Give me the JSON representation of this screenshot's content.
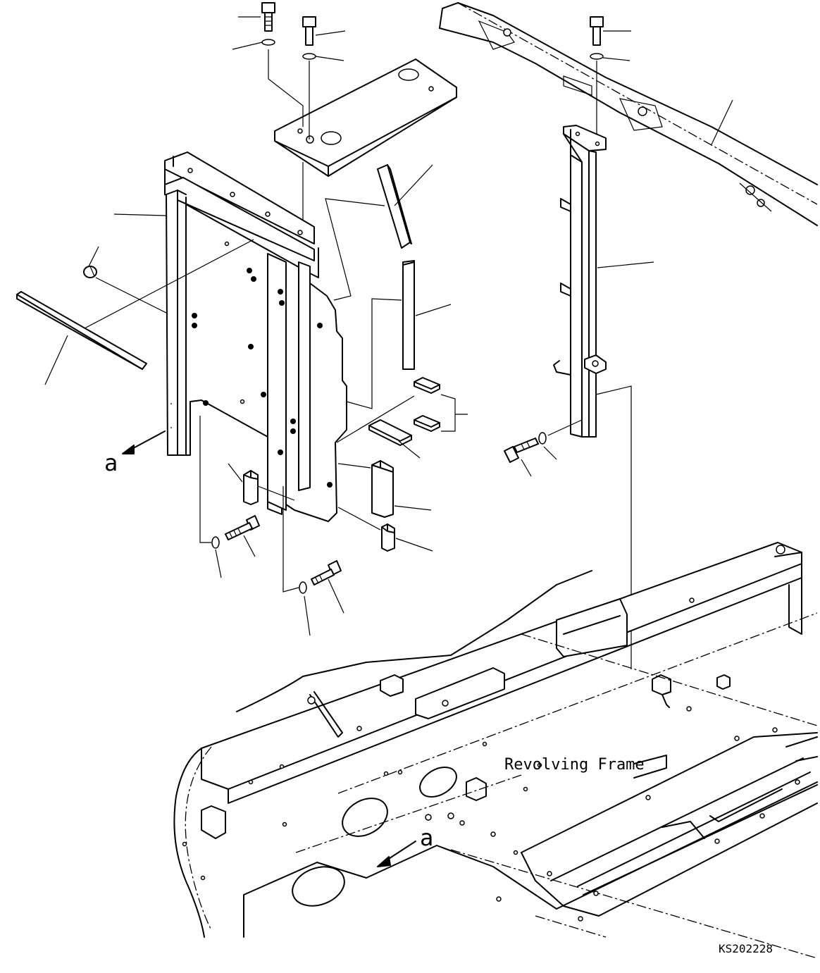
{
  "diagram": {
    "frame_label": "Revolving Frame",
    "view_label_top": "a",
    "view_label_bottom": "a",
    "drawing_code": "KS202228"
  }
}
